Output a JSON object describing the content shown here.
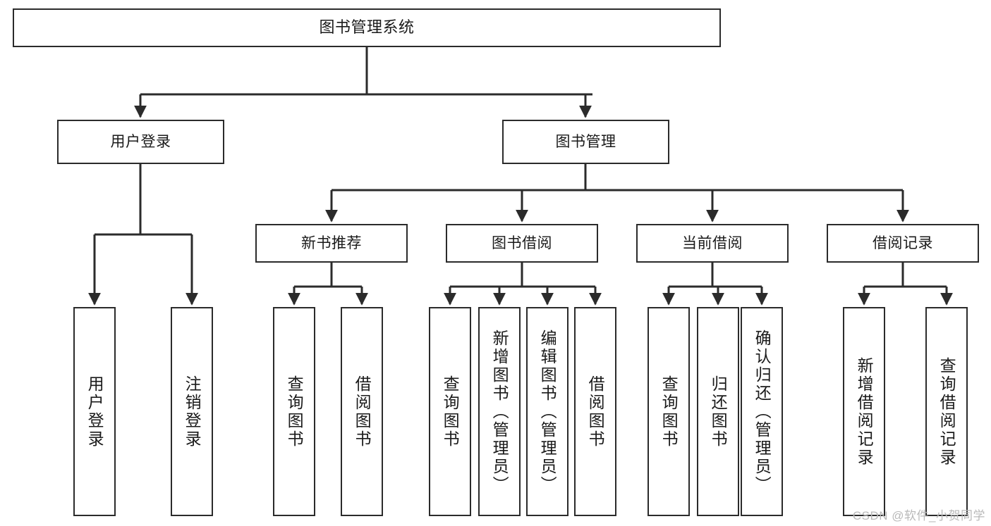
{
  "diagram": {
    "title": "图书管理系统",
    "type": "tree-hierarchy",
    "colors": {
      "box_border": "#2b2b2b",
      "box_fill": "#ffffff",
      "edge": "#2b2b2b",
      "text": "#1a1a1a",
      "watermark": "#b9b9b9",
      "background": "#ffffff"
    },
    "watermark": "CSDN @软件_小贺同学"
  },
  "nodes": {
    "root": {
      "label": "图书管理系统"
    },
    "level2": [
      {
        "label": "用户登录"
      },
      {
        "label": "图书管理"
      }
    ],
    "level3": [
      {
        "label": "新书推荐"
      },
      {
        "label": "图书借阅"
      },
      {
        "label": "当前借阅"
      },
      {
        "label": "借阅记录"
      }
    ],
    "leaves": {
      "user_login": [
        {
          "label": "用户登录"
        },
        {
          "label": "注销登录"
        }
      ],
      "new_book_recommend": [
        {
          "label": "查询图书"
        },
        {
          "label": "借阅图书"
        }
      ],
      "book_borrow": [
        {
          "label": "查询图书"
        },
        {
          "label": "新增图书（管理员）"
        },
        {
          "label": "编辑图书（管理员）"
        },
        {
          "label": "借阅图书"
        }
      ],
      "current_borrow": [
        {
          "label": "查询图书"
        },
        {
          "label": "归还图书"
        },
        {
          "label": "确认归还（管理员）"
        }
      ],
      "borrow_record": [
        {
          "label": "新增借阅记录"
        },
        {
          "label": "查询借阅记录"
        }
      ]
    }
  }
}
